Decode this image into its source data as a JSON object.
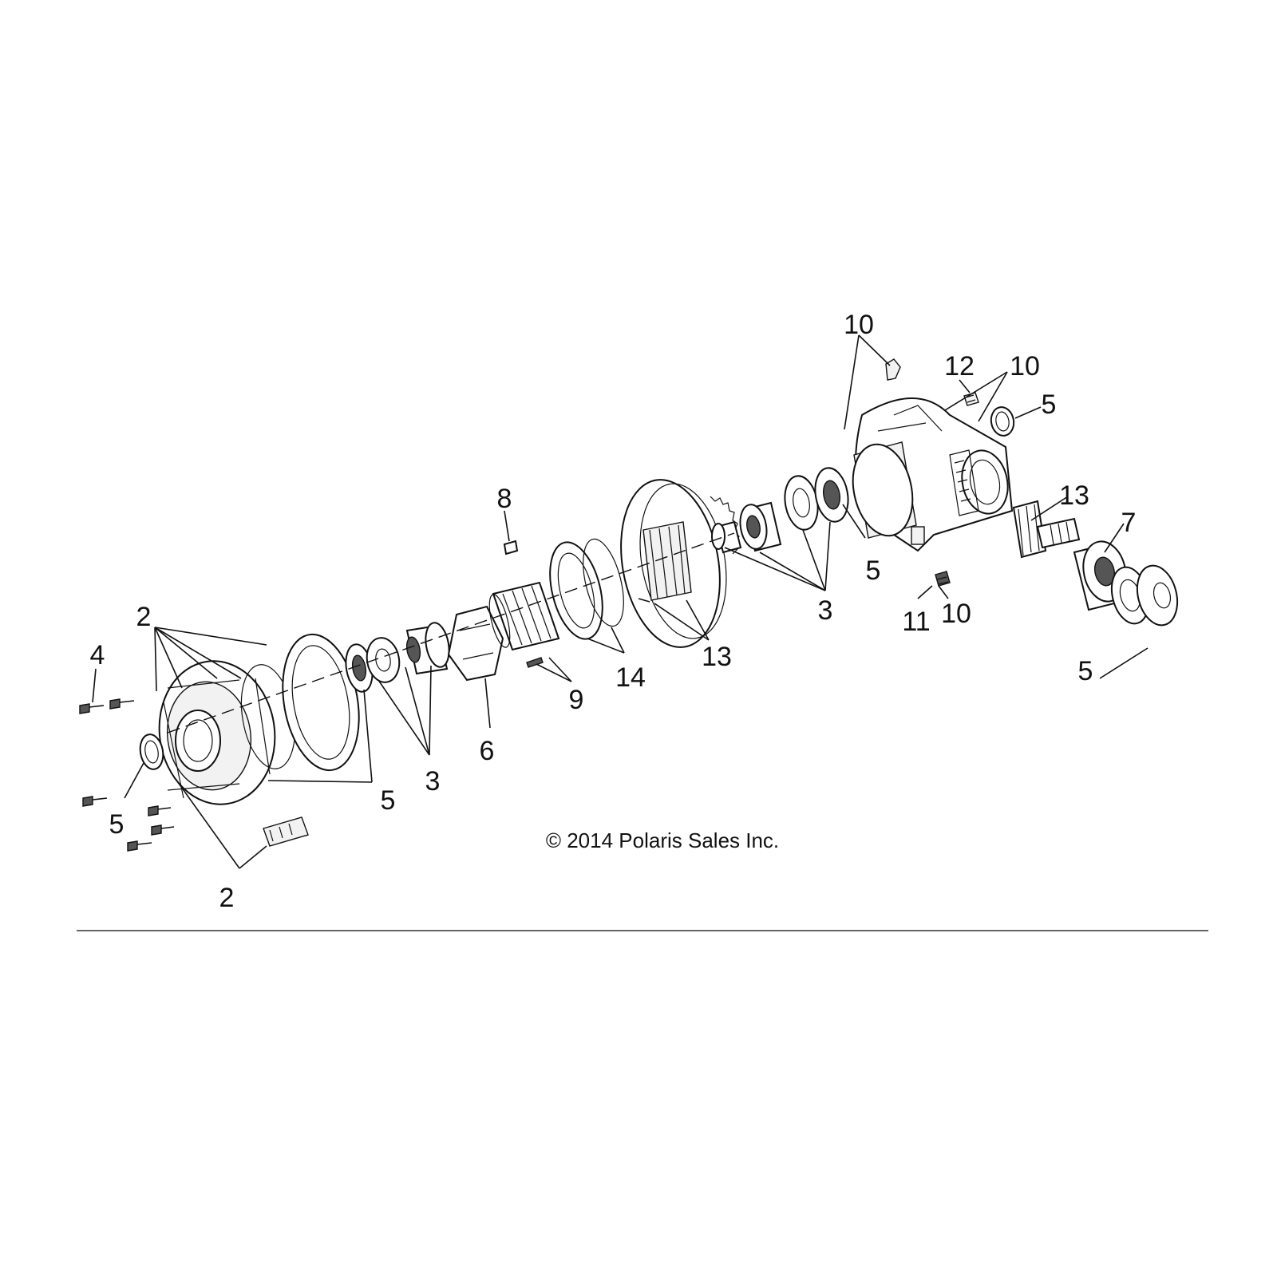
{
  "callouts": [
    {
      "id": "c-10a",
      "text": "10"
    },
    {
      "id": "c-12",
      "text": "12"
    },
    {
      "id": "c-10b",
      "text": "10"
    },
    {
      "id": "c-5a",
      "text": "5"
    },
    {
      "id": "c-13a",
      "text": "13"
    },
    {
      "id": "c-7",
      "text": "7"
    },
    {
      "id": "c-8",
      "text": "8"
    },
    {
      "id": "c-5b",
      "text": "5"
    },
    {
      "id": "c-3a",
      "text": "3"
    },
    {
      "id": "c-11",
      "text": "11"
    },
    {
      "id": "c-10c",
      "text": "10"
    },
    {
      "id": "c-2a",
      "text": "2"
    },
    {
      "id": "c-13b",
      "text": "13"
    },
    {
      "id": "c-5c",
      "text": "5"
    },
    {
      "id": "c-4",
      "text": "4"
    },
    {
      "id": "c-14",
      "text": "14"
    },
    {
      "id": "c-9",
      "text": "9"
    },
    {
      "id": "c-6",
      "text": "6"
    },
    {
      "id": "c-3b",
      "text": "3"
    },
    {
      "id": "c-5d",
      "text": "5"
    },
    {
      "id": "c-5e",
      "text": "5"
    },
    {
      "id": "c-2b",
      "text": "2"
    }
  ],
  "copyright": "© 2014 Polaris Sales Inc."
}
